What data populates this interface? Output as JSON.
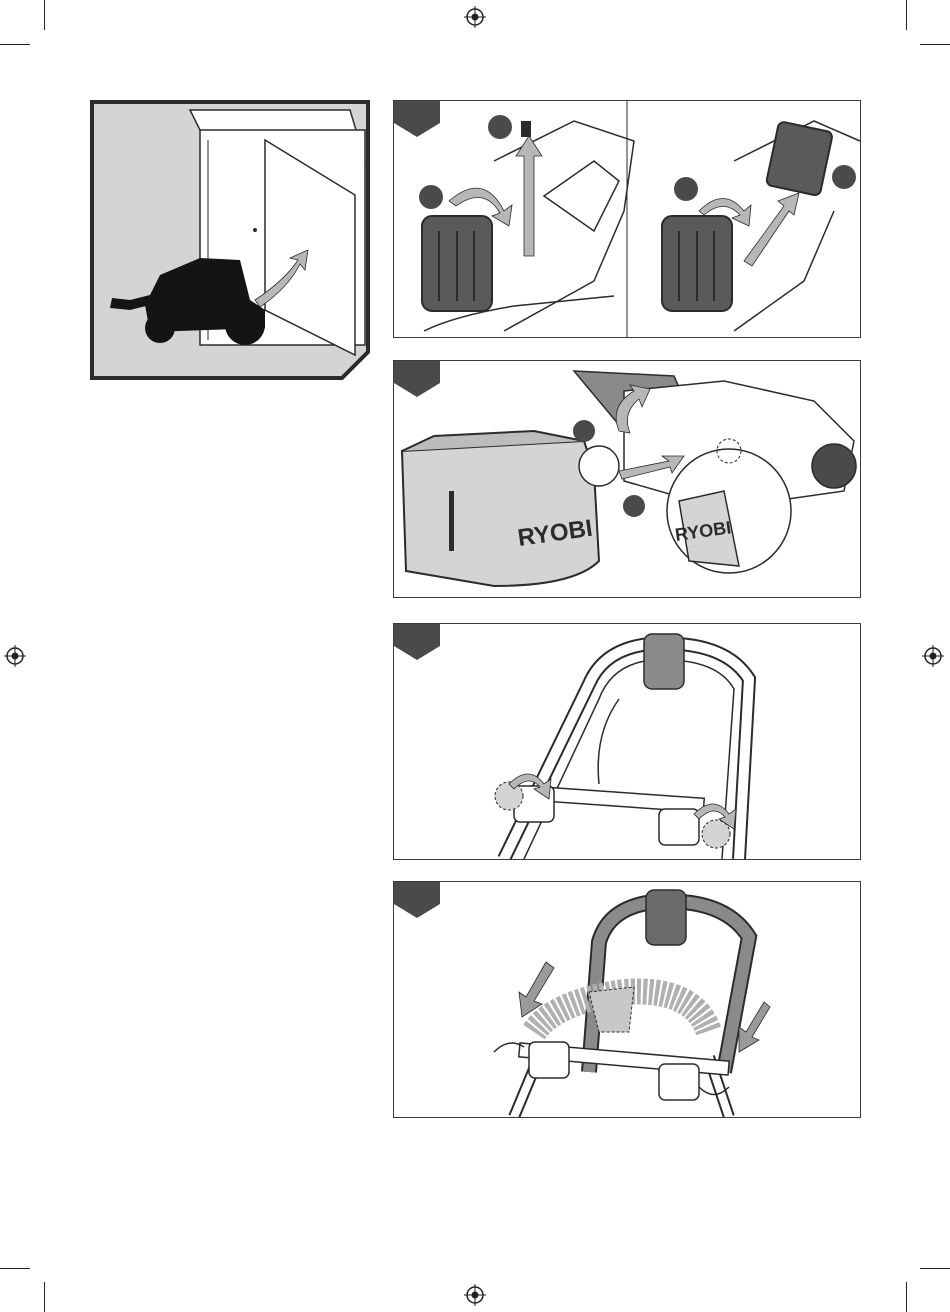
{
  "document": {
    "brand_text": "RYOBI",
    "colors": {
      "line": "#2b2b2b",
      "panel_fill": "#d4d4d4",
      "silhouette": "#141414",
      "step_tab": "#4a4a4a",
      "arrow_fill": "#b7b7b7"
    },
    "figures": [
      {
        "name": "storage-figure",
        "icon": "mower-into-shed-icon"
      },
      {
        "name": "battery-removal-figure",
        "icon": "battery-icon"
      },
      {
        "name": "grass-bag-removal-figure",
        "icon": "grass-bag-icon"
      },
      {
        "name": "handle-knobs-figure",
        "icon": "knob-rotate-icon"
      },
      {
        "name": "handle-fold-figure",
        "icon": "handle-fold-icon"
      }
    ]
  }
}
